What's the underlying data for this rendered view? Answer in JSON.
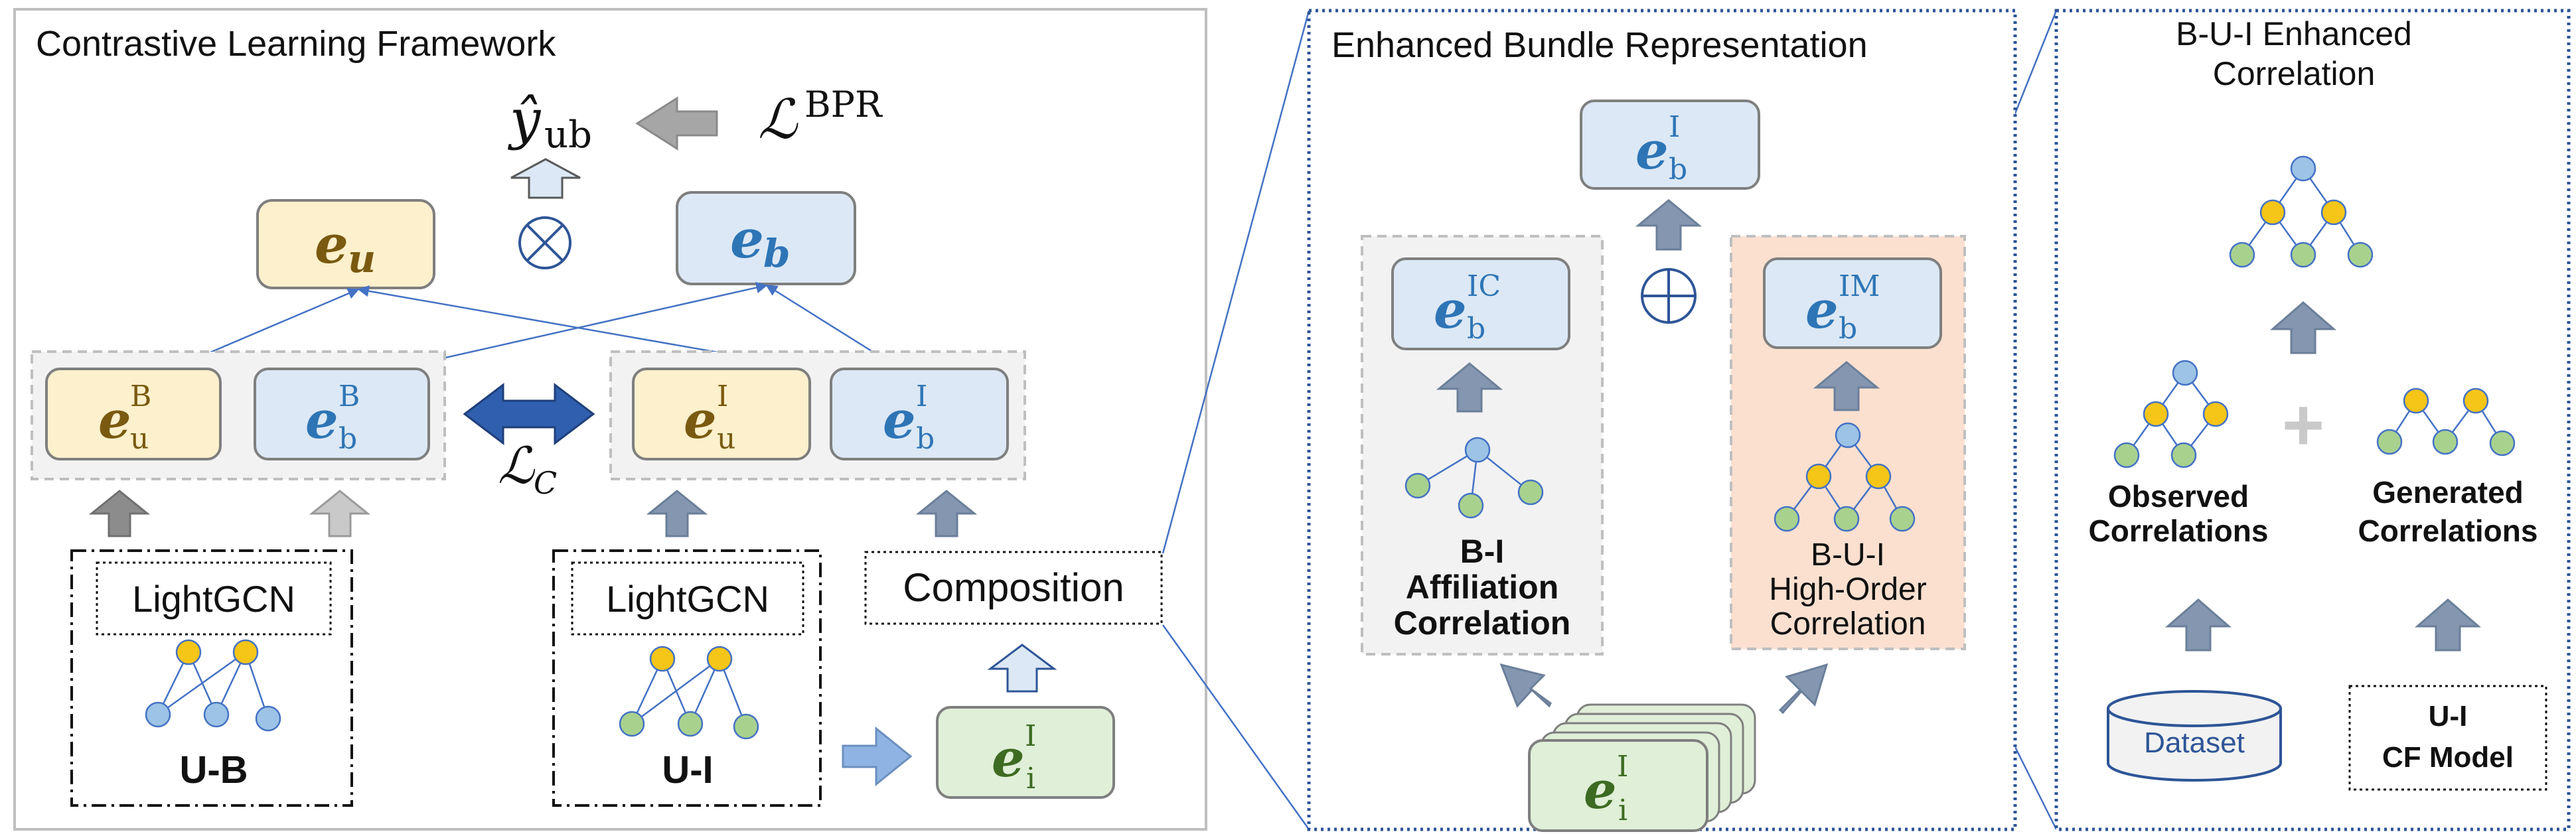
{
  "panels": {
    "contrastive": {
      "title": "Contrastive Learning Framework"
    },
    "enhanced": {
      "title": "Enhanced Bundle Representation"
    },
    "bui": {
      "title_line1": "B-U-I Enhanced",
      "title_line2": "Correlation"
    }
  },
  "labels": {
    "lightgcn": "LightGCN",
    "ub": "U-B",
    "ui": "U-I",
    "composition": "Composition",
    "bi_line1": "B-I",
    "bi_line2": "Affiliation",
    "bi_line3": "Correlation",
    "bui_line1": "B-U-I",
    "bui_line2": "High-Order",
    "bui_line3": "Correlation",
    "observed_line1": "Observed",
    "observed_line2": "Correlations",
    "generated_line1": "Generated",
    "generated_line2": "Correlations",
    "dataset": "Dataset",
    "cf_line1": "U-I",
    "cf_line2": "CF Model"
  },
  "math": {
    "e": "e",
    "u": "u",
    "b": "b",
    "i": "i",
    "sup_B": "B",
    "sup_I": "I",
    "sup_IC": "IC",
    "sup_IM": "IM",
    "y": "ŷ",
    "y_sub": "ub",
    "loss_L": "ℒ",
    "loss_bpr": "BPR",
    "loss_c": "C",
    "otimes": "⊗",
    "oplus": "⊕",
    "plus": "+"
  },
  "colors": {
    "yellow_fill": "#fdf0cc",
    "blue_fill": "#dce8f5",
    "green_fill": "#e0efd8",
    "user_text": "#7a5a10",
    "bundle_text": "#2e75b6",
    "item_text": "#3d6b22",
    "arrow_gray": "#a6a6a6",
    "arrow_slate": "#8496b0",
    "arrow_blue": "#8fb4e3",
    "double_arrow": "#2f5fae",
    "node_yellow": "#f5c518",
    "node_blue": "#9dc3e6",
    "node_green": "#a9d18e",
    "dotted_border": "#2e5597",
    "peach": "#fbe0d0"
  }
}
